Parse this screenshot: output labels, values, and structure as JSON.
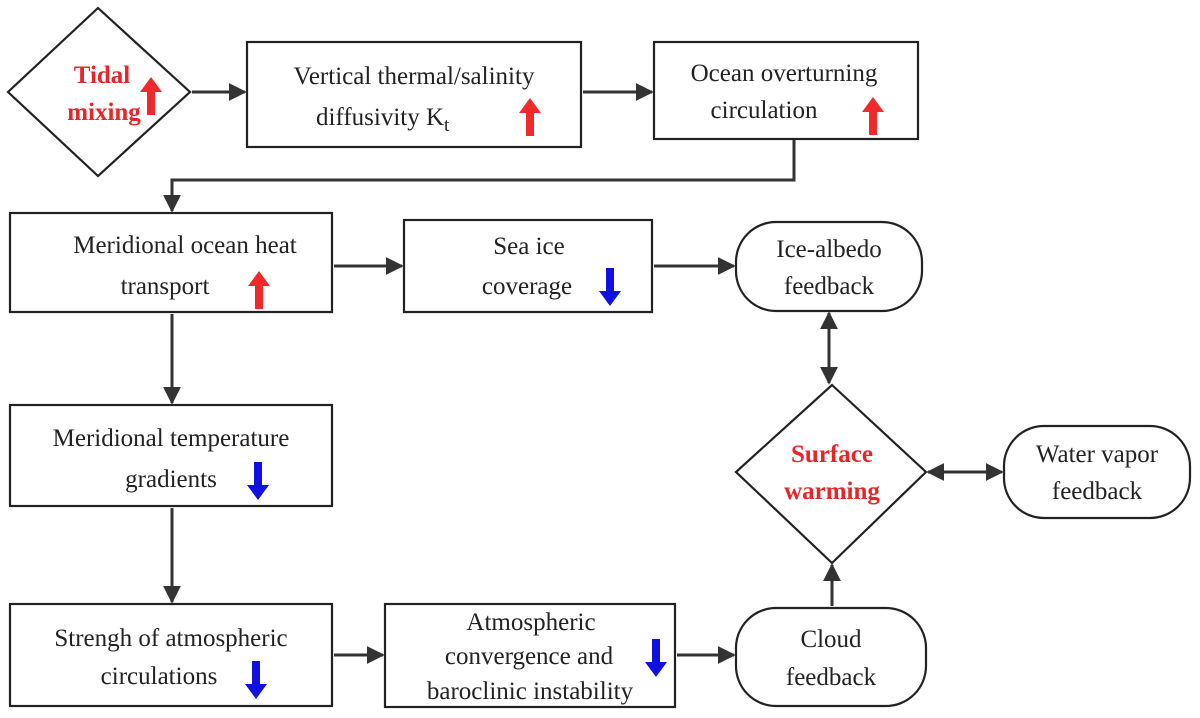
{
  "colors": {
    "highlight": "#e8262a",
    "increase": "#f02a2a",
    "decrease": "#1010e0",
    "line": "#333333"
  },
  "nodes": {
    "tidal_mixing": {
      "lines": [
        "Tidal",
        "mixing"
      ],
      "trend": "up"
    },
    "vertical_diffusivity": {
      "lines": [
        "Vertical thermal/salinity",
        "diffusivity K"
      ],
      "subscript": "t",
      "trend": "up"
    },
    "overturning": {
      "lines": [
        "Ocean overturning",
        "circulation"
      ],
      "trend": "up"
    },
    "heat_transport": {
      "lines": [
        "Meridional ocean heat",
        "transport"
      ],
      "trend": "up"
    },
    "sea_ice": {
      "lines": [
        "Sea ice",
        "coverage"
      ],
      "trend": "down"
    },
    "ice_albedo": {
      "lines": [
        "Ice-albedo",
        "feedback"
      ]
    },
    "temp_gradients": {
      "lines": [
        "Meridional temperature",
        "gradients"
      ],
      "trend": "down"
    },
    "surface_warming": {
      "lines": [
        "Surface",
        "warming"
      ]
    },
    "water_vapor": {
      "lines": [
        "Water vapor",
        "feedback"
      ]
    },
    "circulations": {
      "lines": [
        "Strengh of atmospheric",
        "circulations"
      ],
      "trend": "down"
    },
    "convergence": {
      "lines": [
        "Atmospheric",
        "convergence and",
        "baroclinic instability"
      ],
      "trend": "down"
    },
    "cloud": {
      "lines": [
        "Cloud",
        "feedback"
      ]
    }
  }
}
